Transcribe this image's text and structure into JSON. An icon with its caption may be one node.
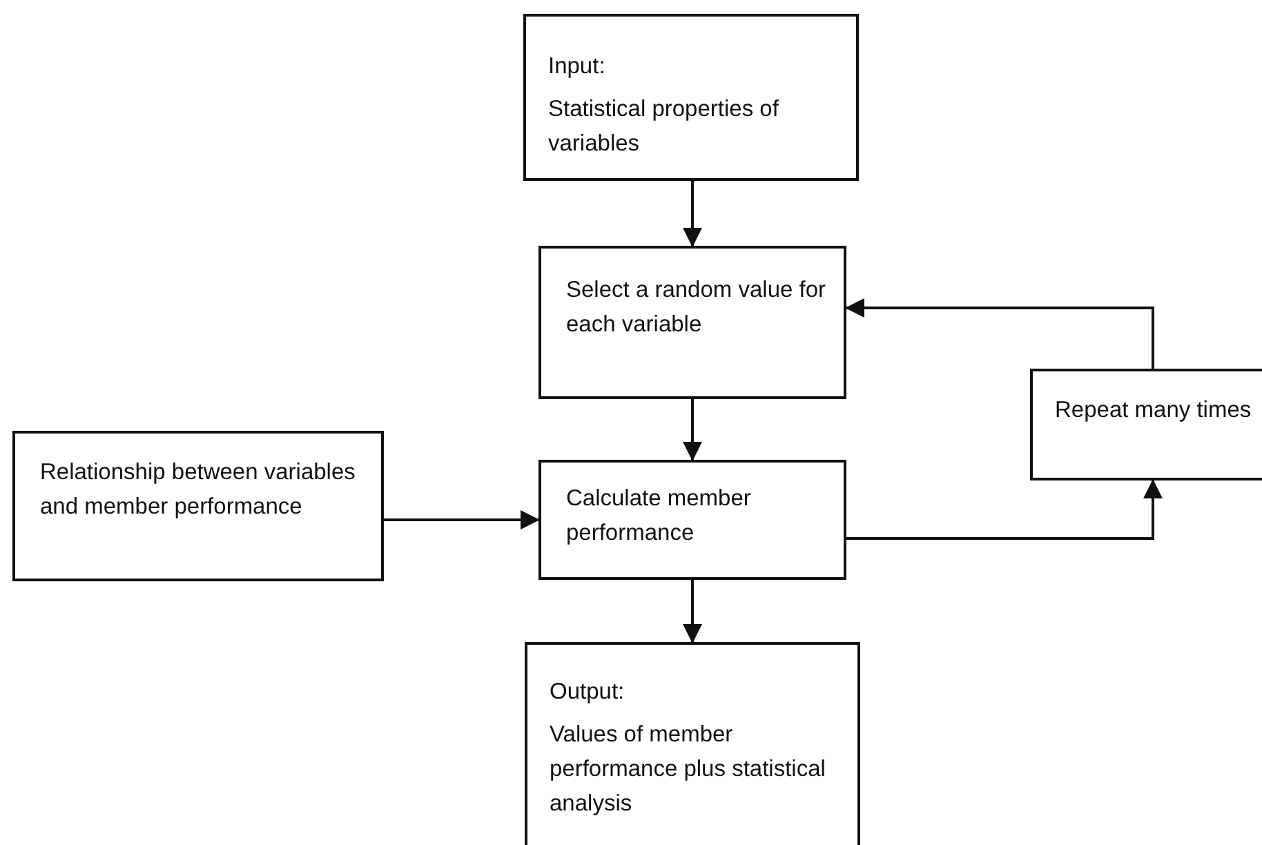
{
  "diagram": {
    "nodes": [
      {
        "text": [
          "Input:",
          "Statistical properties of variables"
        ]
      },
      {
        "text": [
          "Select a random value for each variable"
        ]
      },
      {
        "text": [
          "Repeat many times"
        ]
      },
      {
        "text": [
          "Relationship between variables and member performance"
        ]
      },
      {
        "text": [
          "Calculate member performance"
        ]
      },
      {
        "text": [
          "Output:",
          "Values of member performance plus statistical analysis"
        ]
      }
    ],
    "edges": [
      {
        "from": 0,
        "to": 1,
        "arrow": "to"
      },
      {
        "from": 2,
        "to": 1,
        "arrow": "to"
      },
      {
        "from": 1,
        "to": 4,
        "arrow": "to"
      },
      {
        "from": 3,
        "to": 4,
        "arrow": "to"
      },
      {
        "from": 4,
        "to": 2,
        "arrow": "to"
      },
      {
        "from": 4,
        "to": 5,
        "arrow": "to"
      }
    ]
  }
}
